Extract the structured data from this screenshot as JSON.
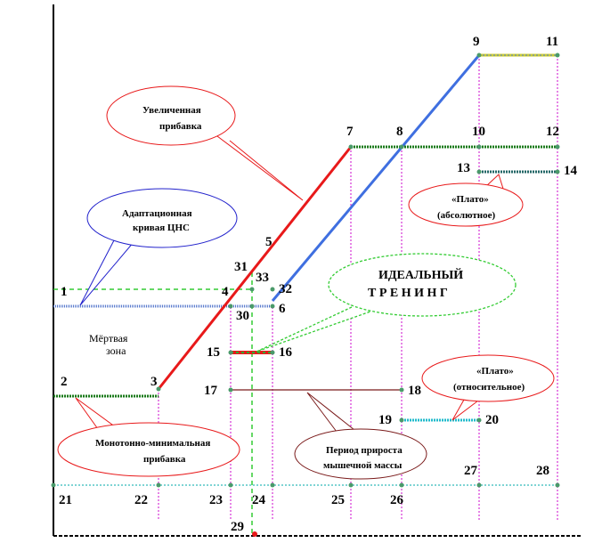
{
  "colors": {
    "axis": "#000000",
    "red_line": "#e8191a",
    "blue_line": "#3f6fe0",
    "green_plateau": "#1a7a1a",
    "light_green_dash": "#33cc33",
    "magenta_dot": "#d633d6",
    "cyan_dot": "#33bbbb",
    "brown_line": "#7a1a1a",
    "yellow_line": "#cccc33",
    "bubble_red": "#e8191a",
    "bubble_blue": "#2222cc",
    "bubble_green": "#33cc33"
  },
  "labels": {
    "p1": "1",
    "p2": "2",
    "p3": "3",
    "p4": "4",
    "p5": "5",
    "p6": "6",
    "p7": "7",
    "p8": "8",
    "p9": "9",
    "p10": "10",
    "p11": "11",
    "p12": "12",
    "p13": "13",
    "p14": "14",
    "p15": "15",
    "p16": "16",
    "p17": "17",
    "p18": "18",
    "p19": "19",
    "p20": "20",
    "p21": "21",
    "p22": "22",
    "p23": "23",
    "p24": "24",
    "p25": "25",
    "p26": "26",
    "p27": "27",
    "p28": "28",
    "p29": "29",
    "p30": "30",
    "p31": "31",
    "p32": "32",
    "p33": "33"
  },
  "texts": {
    "dead_zone_1": "Мёртвая",
    "dead_zone_2": "зона"
  },
  "bubbles": {
    "increased_gain": [
      "Увеличенная",
      "прибавка"
    ],
    "cns_curve": [
      "Адаптационная",
      "кривая ЦНС"
    ],
    "ideal_training": [
      "ИДЕАЛЬНЫЙ",
      "Т Р Е Н И Н Г"
    ],
    "plateau_absolute": [
      "«Плато»",
      "(абсолютное)"
    ],
    "plateau_relative": [
      "«Плато»",
      "(относительное)"
    ],
    "monotone_gain": [
      "Монотонно-минимальная",
      "прибавка"
    ],
    "muscle_growth": [
      "Период прироста",
      "мышечной массы"
    ]
  }
}
